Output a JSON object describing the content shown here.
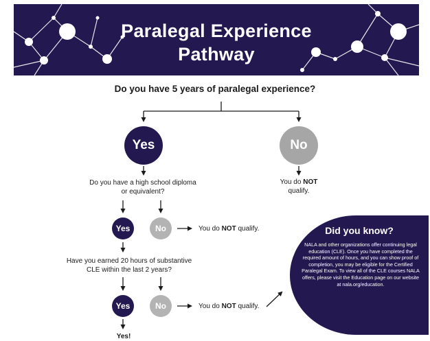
{
  "banner": {
    "title_line1": "Paralegal Experience",
    "title_line2": "Pathway",
    "bg_color": "#23184f"
  },
  "question_main": "Do you have 5 years of paralegal experience?",
  "yes_big": "Yes",
  "no_big": "No",
  "not_qualify_1": {
    "prefix": "You do ",
    "bold": "NOT",
    "suffix": " qualify."
  },
  "question_2": {
    "line1": "Do you have a high school diploma",
    "line2": "or equivalent?"
  },
  "yes_small_1": "Yes",
  "no_small_1": "No",
  "not_qualify_2": {
    "prefix": "You do ",
    "bold": "NOT",
    "suffix": " qualify."
  },
  "question_3": {
    "line1": "Have you earned 20 hours of substantive",
    "line2": "CLE within the last 2 years?"
  },
  "yes_small_2": "Yes",
  "no_small_2": "No",
  "not_qualify_3": {
    "prefix": "You do ",
    "bold": "NOT",
    "suffix": " qualify."
  },
  "yes_end": "Yes!",
  "did_you_know": {
    "title": "Did you know?",
    "body": "NALA and other organizations offer continuing legal education (CLE). Once you have completed the required amount of hours, and you can show proof of completion, you may be eligible for the Certified Paralegal Exam. To view all of the CLE courses NALA offers, please visit the Education page on our website at nala.org/education."
  },
  "colors": {
    "navy": "#23184f",
    "gray": "#a6a6a6"
  }
}
